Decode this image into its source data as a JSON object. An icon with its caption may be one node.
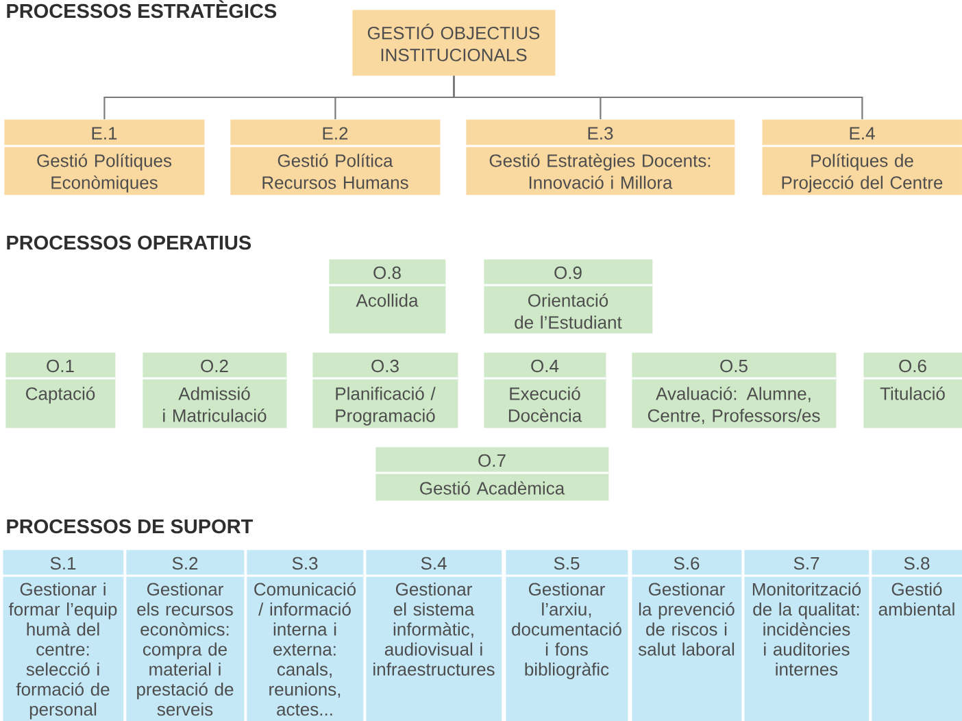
{
  "diagram": {
    "nodes": [
      {
        "text": [
          "GESTIÓ OBJECTIUS INSTITUCIONALS"
        ]
      },
      {
        "text": [
          "E.1",
          "Gestió Polítiques Econòmiques"
        ]
      },
      {
        "text": [
          "E.2",
          "Gestió Política Recursos Humans"
        ]
      },
      {
        "text": [
          "E.3",
          "Gestió Estratègies Docents: Innovació i Millora"
        ]
      },
      {
        "text": [
          "E.4",
          "Polítiques de Projecció del Centre"
        ]
      },
      {
        "text": [
          "O.8",
          "Acollida"
        ]
      },
      {
        "text": [
          "O.9",
          "Orientació de l’Estudiant"
        ]
      },
      {
        "text": [
          "O.1",
          "Captació"
        ]
      },
      {
        "text": [
          "O.2",
          "Admissió i Matriculació"
        ]
      },
      {
        "text": [
          "O.3",
          "Planificació / Programació"
        ]
      },
      {
        "text": [
          "O.4",
          "Execució Docència"
        ]
      },
      {
        "text": [
          "O.5",
          "Avaluació: Alumne, Centre, Professors/es"
        ]
      },
      {
        "text": [
          "O.6",
          "Titulació"
        ]
      },
      {
        "text": [
          "O.7",
          "Gestió Acadèmica"
        ]
      },
      {
        "text": [
          "S.1",
          "Gestionar i formar l’equip humà del centre: selecció i formació de personal"
        ]
      },
      {
        "text": [
          "S.2",
          "Gestionar els recursos econòmics: compra de material i prestació de serveis"
        ]
      },
      {
        "text": [
          "S.3",
          "Comunicació / informació interna i externa: canals, reunions, actes..."
        ]
      },
      {
        "text": [
          "S.4",
          "Gestionar el sistema informàtic, audiovisual i infraestructures"
        ]
      },
      {
        "text": [
          "S.5",
          "Gestionar l’arxiu, documentació i fons bibliogràfic"
        ]
      },
      {
        "text": [
          "S.6",
          "Gestionar la prevenció de riscos i salut laboral"
        ]
      },
      {
        "text": [
          "S.7",
          "Monitorització de la qualitat: incidències i auditories internes"
        ]
      },
      {
        "text": [
          "S.8",
          "Gestió ambiental"
        ]
      }
    ],
    "edges": [
      {
        "from": 0,
        "to": 1,
        "arrow": "none"
      },
      {
        "from": 0,
        "to": 2,
        "arrow": "none"
      },
      {
        "from": 0,
        "to": 3,
        "arrow": "none"
      },
      {
        "from": 0,
        "to": 4,
        "arrow": "none"
      }
    ],
    "labels": [
      "PROCESSOS ESTRATÈGICS",
      "PROCESSOS OPERATIUS",
      "PROCESSOS DE SUPORT"
    ]
  }
}
